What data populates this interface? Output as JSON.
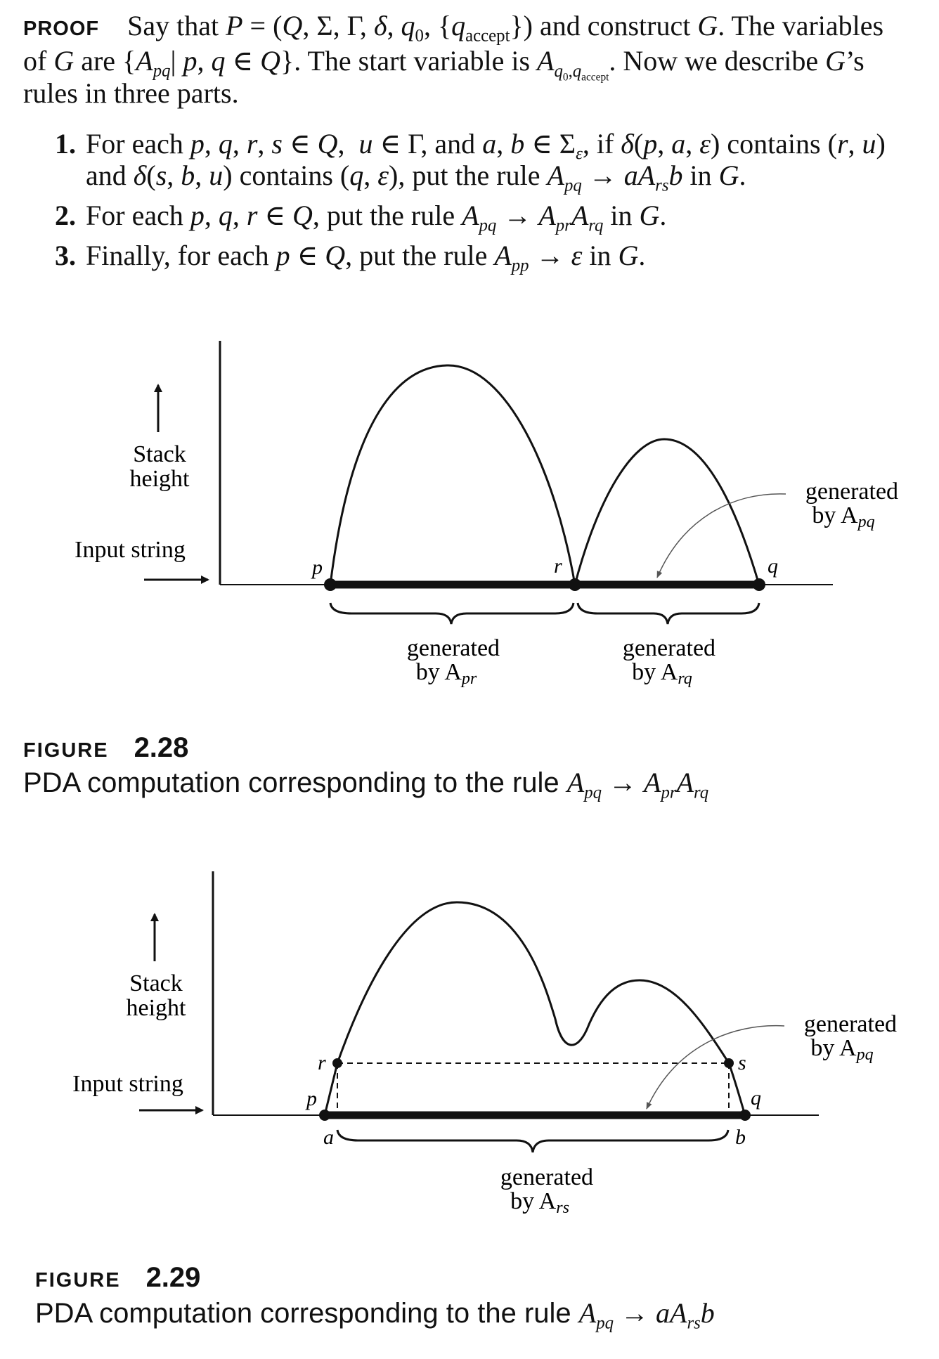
{
  "proof": {
    "keyword": "PROOF",
    "line1_a": "Say that ",
    "line1_b": " and construct ",
    "line1_c": ". The variables",
    "line2_a": "of ",
    "line2_b": " are ",
    "line2_c": ". The start variable is ",
    "line2_d": ". Now we describe ",
    "line3": "rules in three parts."
  },
  "rules": [
    {
      "number": "1.",
      "text_a": "For each ",
      "text_b": ", and ",
      "text_c": ", if ",
      "text_d": " contains ",
      "text_e": "and ",
      "text_f": " contains ",
      "text_g": ", put the rule ",
      "text_h": " in "
    },
    {
      "number": "2.",
      "text_a": "For each ",
      "text_b": ", put the rule ",
      "text_c": " in "
    },
    {
      "number": "3.",
      "text_a": "Finally, for each ",
      "text_b": ", put the rule ",
      "text_c": " in "
    }
  ],
  "figure_228": {
    "label": "FIGURE",
    "number": "2.28",
    "caption": "PDA computation corresponding to the rule ",
    "y_label_1": "Stack",
    "y_label_2": "height",
    "x_label": "Input string",
    "point_p": "p",
    "point_r": "r",
    "point_q": "q",
    "gen_pr_1": "generated",
    "gen_pr_2": "by A",
    "gen_pr_sub": "pr",
    "gen_rq_1": "generated",
    "gen_rq_2": "by A",
    "gen_rq_sub": "rq",
    "gen_pq_1": "generated",
    "gen_pq_2": "by A",
    "gen_pq_sub": "pq"
  },
  "figure_229": {
    "label": "FIGURE",
    "number": "2.29",
    "caption": "PDA computation corresponding to the rule ",
    "y_label_1": "Stack",
    "y_label_2": "height",
    "x_label": "Input string",
    "point_p": "p",
    "point_r": "r",
    "point_s": "s",
    "point_q": "q",
    "point_a": "a",
    "point_b": "b",
    "gen_rs_1": "generated",
    "gen_rs_2": "by A",
    "gen_rs_sub": "rs",
    "gen_pq_1": "generated",
    "gen_pq_2": "by A",
    "gen_pq_sub": "pq"
  }
}
